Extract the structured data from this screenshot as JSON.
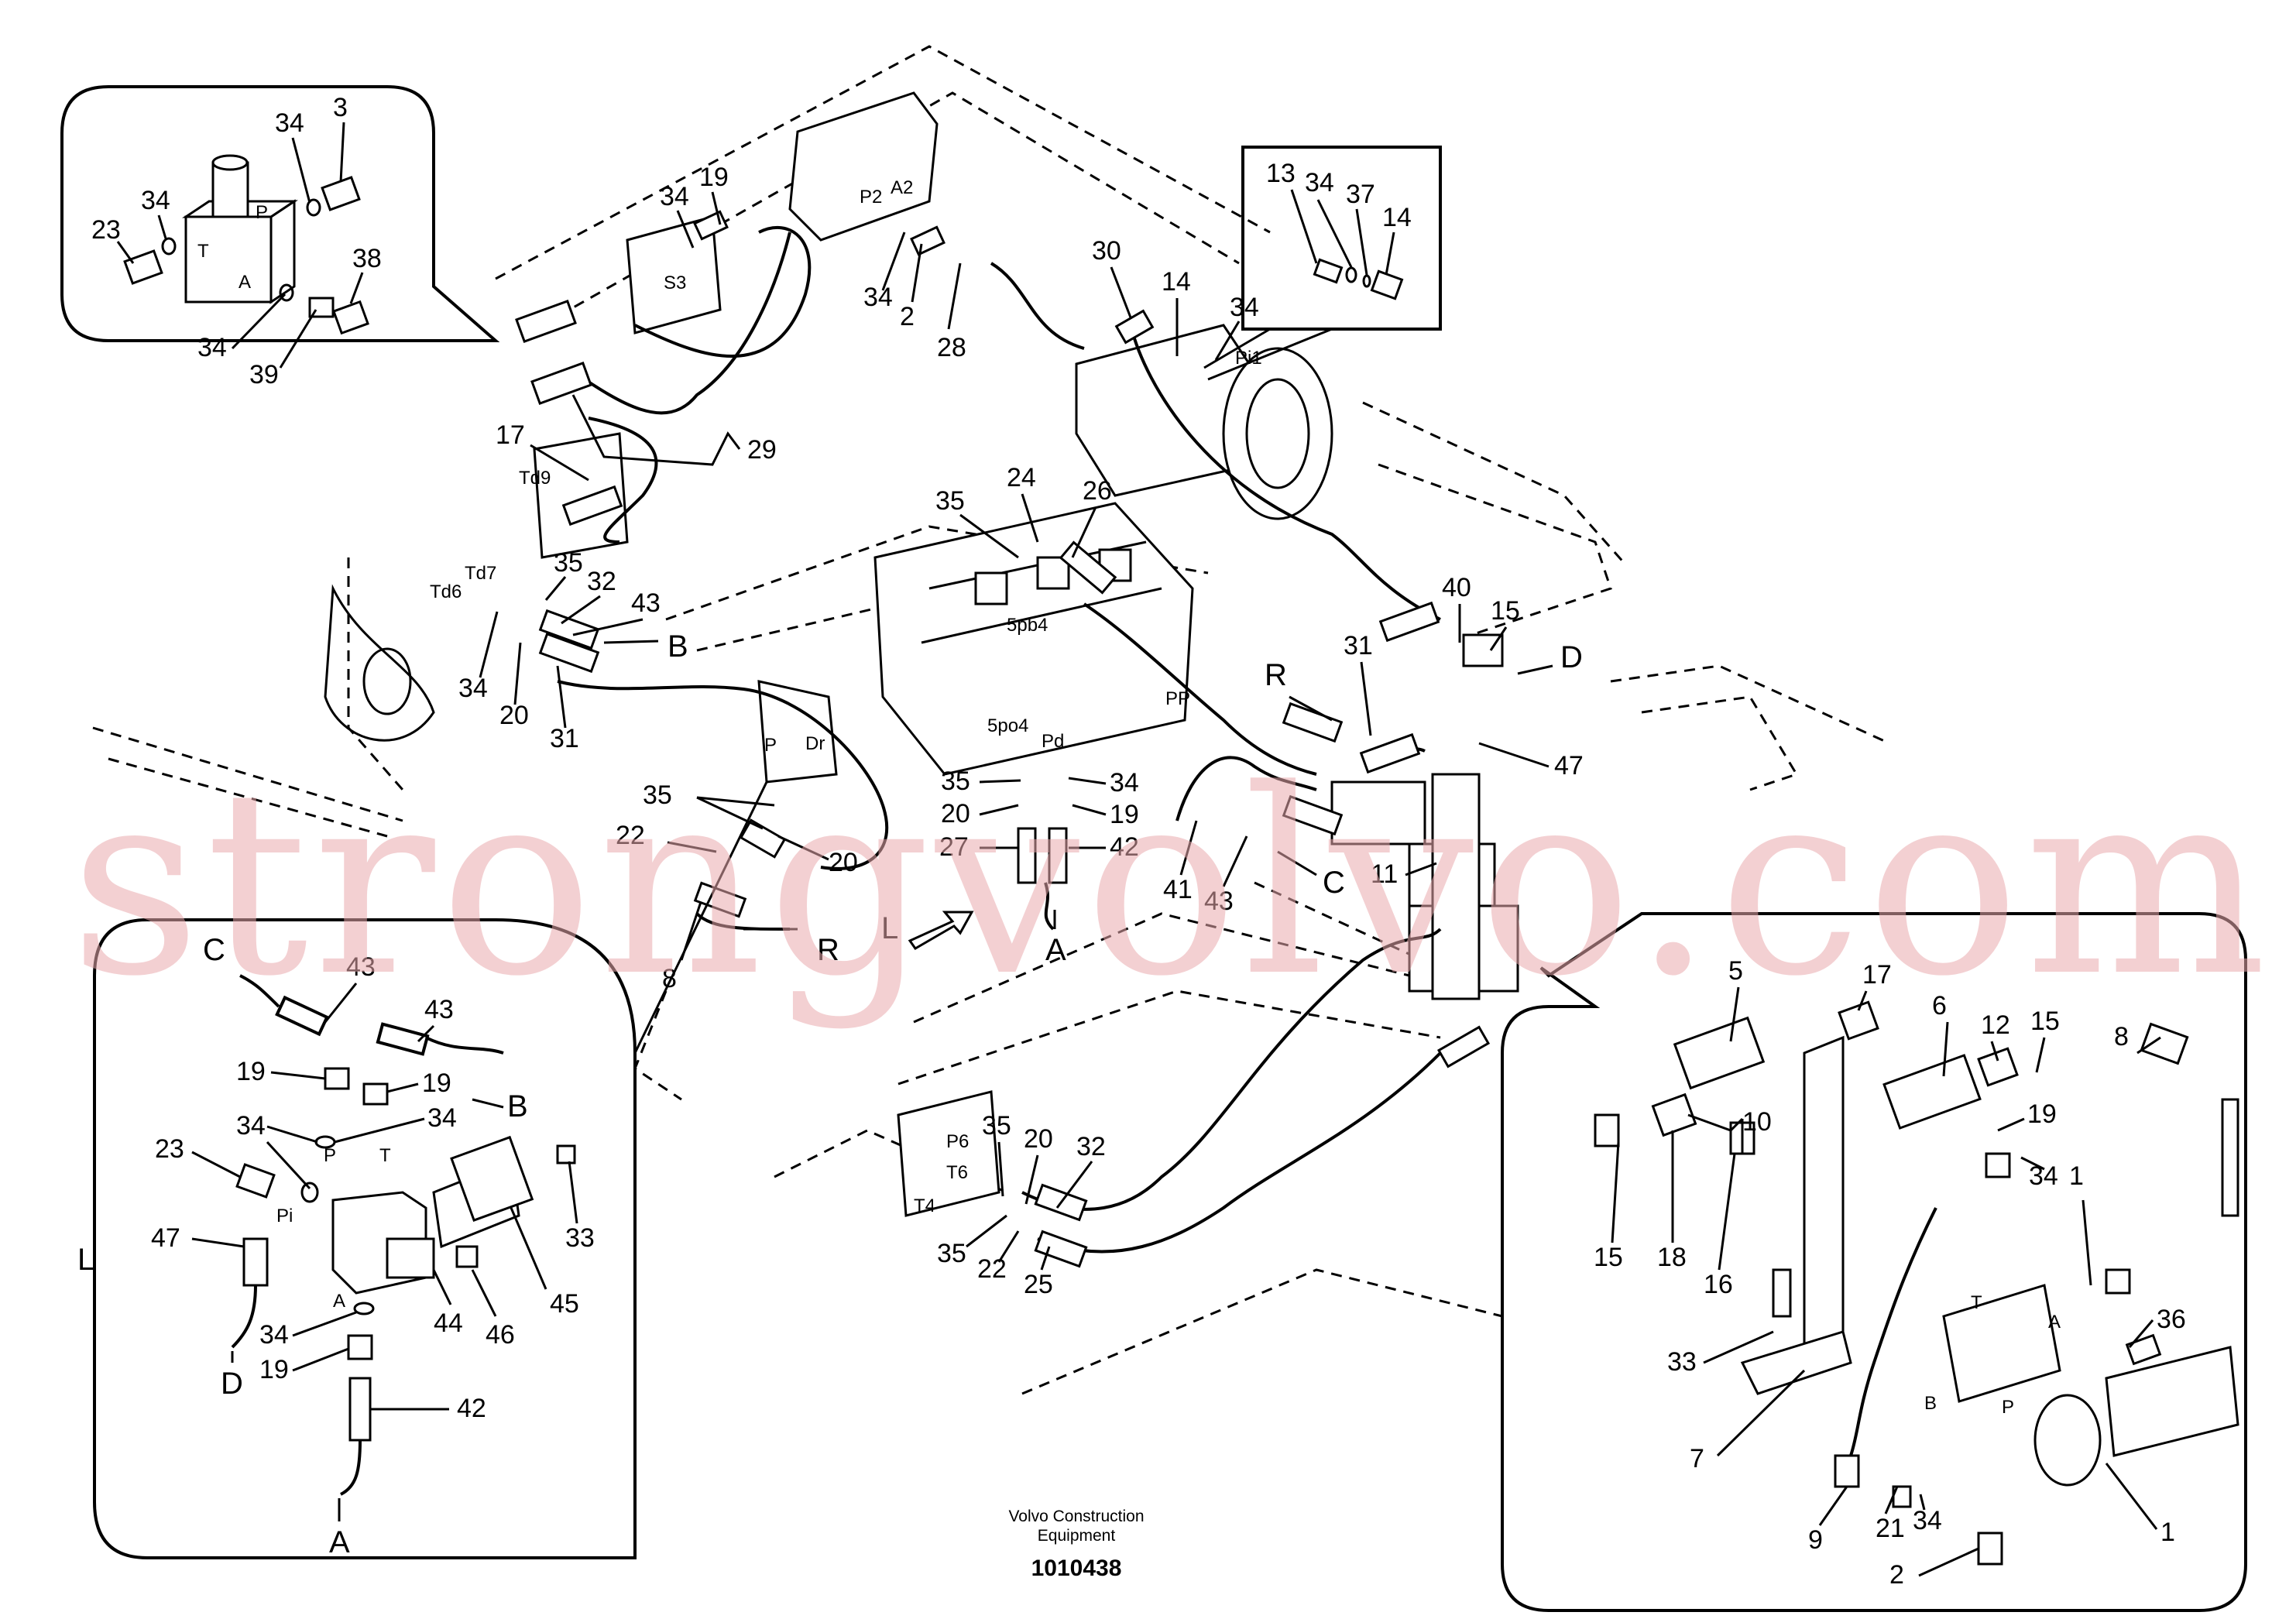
{
  "footer": {
    "company_line1": "Volvo Construction",
    "company_line2": "Equipment",
    "drawing_number": "1010438"
  },
  "watermark": "strongvolvo.com",
  "inset_left_label": "L",
  "callouts": {
    "tl": [
      "34",
      "3",
      "34",
      "23",
      "38",
      "34",
      "39"
    ],
    "top": [
      "34",
      "19",
      "34",
      "2",
      "28",
      "30",
      "14",
      "34",
      "29",
      "17",
      "13",
      "34",
      "37",
      "14"
    ],
    "mid_left": [
      "35",
      "32",
      "43",
      "34",
      "20",
      "31",
      "35",
      "20",
      "22",
      "8"
    ],
    "center": [
      "24",
      "26",
      "35",
      "35",
      "20",
      "27",
      "34",
      "19",
      "42",
      "41",
      "43",
      "40",
      "15",
      "31",
      "47",
      "11",
      "35",
      "20",
      "32",
      "35",
      "22",
      "25"
    ],
    "bl": [
      "43",
      "43",
      "19",
      "19",
      "34",
      "34",
      "23",
      "47",
      "33",
      "44",
      "45",
      "46",
      "34",
      "19",
      "42"
    ],
    "br": [
      "5",
      "17",
      "6",
      "12",
      "15",
      "8",
      "10",
      "15",
      "18",
      "16",
      "19",
      "34",
      "1",
      "36",
      "33",
      "7",
      "9",
      "21",
      "34",
      "2",
      "1"
    ]
  },
  "ports": {
    "tl": [
      "P",
      "T",
      "A"
    ],
    "top": [
      "P2",
      "A2",
      "S3",
      "Pi1",
      "Td9",
      "Td7",
      "Td6"
    ],
    "center": [
      "5pb4",
      "PP",
      "5po4",
      "Pd",
      "P",
      "Dr",
      "P6",
      "T6",
      "T4"
    ],
    "bl": [
      "P",
      "T",
      "Pi",
      "A"
    ],
    "br": [
      "T",
      "A",
      "B",
      "P"
    ]
  },
  "arrow_labels": [
    "B",
    "R",
    "D",
    "C",
    "R",
    "A",
    "L",
    "C",
    "B",
    "D",
    "A"
  ]
}
